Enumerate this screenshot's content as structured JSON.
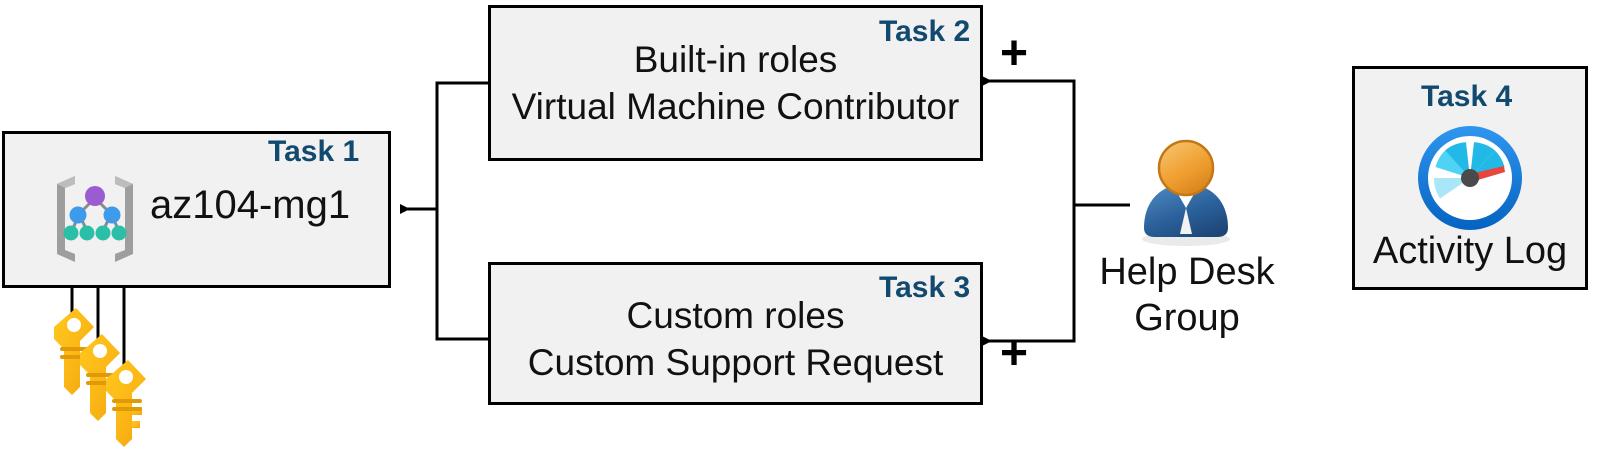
{
  "diagram": {
    "title": "Azure RBAC management group task diagram",
    "background": "#ffffff",
    "colors": {
      "box_fill": "#f1f1f1",
      "box_border": "#000000",
      "task_label": "#12496e",
      "connector": "#000000",
      "key_gold": "#fbbc16",
      "gauge_blue": "#0a7bdc",
      "gauge_needle": "#e8453c",
      "person_head": "#ef9e2f",
      "person_body": "#2a6099",
      "mg_root": "#9a5cd0",
      "mg_mid": "#3d9bea",
      "mg_leaf": "#2bbfa8",
      "mg_bracket": "#9e9e9e"
    }
  },
  "task1": {
    "label": "Task 1",
    "title": "az104-mg1",
    "icon": "management-group-icon"
  },
  "task2": {
    "label": "Task 2",
    "line1": "Built-in roles",
    "line2": "Virtual Machine Contributor"
  },
  "task3": {
    "label": "Task 3",
    "line1": "Custom roles",
    "line2": "Custom Support Request"
  },
  "task4": {
    "label": "Task 4",
    "title": "Activity Log",
    "icon": "gauge-icon"
  },
  "help_desk": {
    "line1": "Help Desk",
    "line2": "Group",
    "icon": "user-group-icon"
  },
  "keys": {
    "icon": "keys-icon",
    "count": 3
  },
  "operators": {
    "plus_top": "+",
    "plus_bottom": "+"
  }
}
